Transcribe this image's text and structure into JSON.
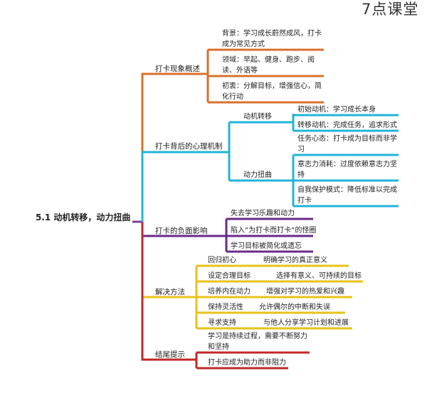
{
  "watermark": "7点课堂",
  "root": "5.1 动机转移，动力扭曲",
  "colors": {
    "phenomenon": "#d9712c",
    "mechanism": "#22b4d8",
    "negative": "#6a2a8a",
    "solution": "#e8c21a",
    "ending": "#c0282a",
    "root_stem": "#7a3fa0"
  },
  "branches": {
    "phenomenon": {
      "label": "打卡现象概述",
      "children": [
        "背景：学习成长蔚然成风，打卡成为常见方式",
        "领域：早起、健身、跑步、阅读、外语等",
        "初衷：分解目标，增强信心，简化行动"
      ]
    },
    "mechanism": {
      "label": "打卡背后的心理机制",
      "sub1": {
        "label": "动机转移",
        "children": [
          "初始动机：学习成长本身",
          "转移动机：完成任务，追求形式"
        ]
      },
      "sub2": {
        "label": "动力扭曲",
        "children": [
          "任务心态：打卡成为目标而非学习",
          "意志力消耗：过度依赖意志力坚持",
          "自我保护模式：降低标准以完成打卡"
        ]
      }
    },
    "negative": {
      "label": "打卡的负面影响",
      "children": [
        "失去学习乐趣和动力",
        "陷入“为打卡而打卡”的怪圈",
        "学习目标被简化或遗忘"
      ]
    },
    "solution": {
      "label": "解决方法",
      "items": [
        {
          "name": "回归初心",
          "desc": "明确学习的真正意义"
        },
        {
          "name": "设定合理目标",
          "desc": "选择有意义、可持续的目标"
        },
        {
          "name": "培养内在动力",
          "desc": "增强对学习的热爱和兴趣"
        },
        {
          "name": "保持灵活性",
          "desc": "允许偶尔的中断和失误"
        },
        {
          "name": "寻求支持",
          "desc": "与他人分享学习计划和进展"
        }
      ]
    },
    "ending": {
      "label": "结尾提示",
      "children": [
        "学习是持续过程，需要不断努力和坚持",
        "打卡应成为助力而非阻力"
      ]
    }
  }
}
